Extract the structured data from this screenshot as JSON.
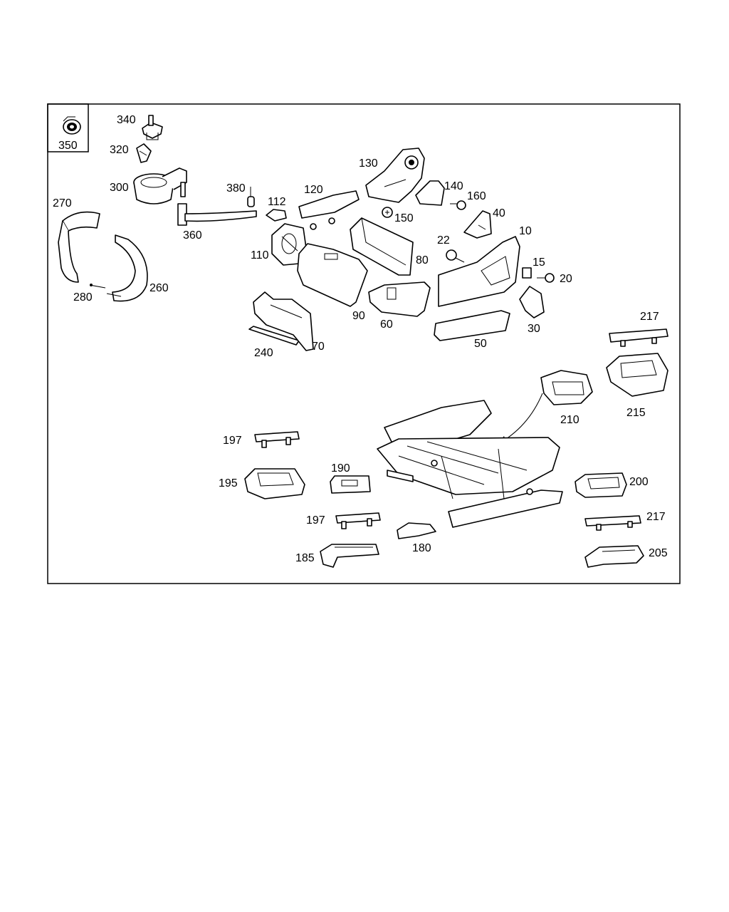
{
  "inset": {
    "label": "350",
    "icon": "grommet-icon"
  },
  "labels": {
    "l340": "340",
    "l320": "320",
    "l300": "300",
    "l270": "270",
    "l360": "360",
    "l380": "380",
    "l280": "280",
    "l260": "260",
    "l112": "112",
    "l110": "110",
    "l120": "120",
    "l130": "130",
    "l140": "140",
    "l160": "160",
    "l150": "150",
    "l40": "40",
    "l10": "10",
    "l22": "22",
    "l80": "80",
    "l15": "15",
    "l20": "20",
    "l90": "90",
    "l60": "60",
    "l30": "30",
    "l240": "240",
    "l70": "70",
    "l50": "50",
    "l217a": "217",
    "l215": "215",
    "l210": "210",
    "l197a": "197",
    "l195": "195",
    "l190": "190",
    "l200": "200",
    "l197b": "197",
    "l217b": "217",
    "l180": "180",
    "l185": "185",
    "l205": "205"
  },
  "colors": {
    "line": "#000000",
    "background": "#ffffff"
  }
}
